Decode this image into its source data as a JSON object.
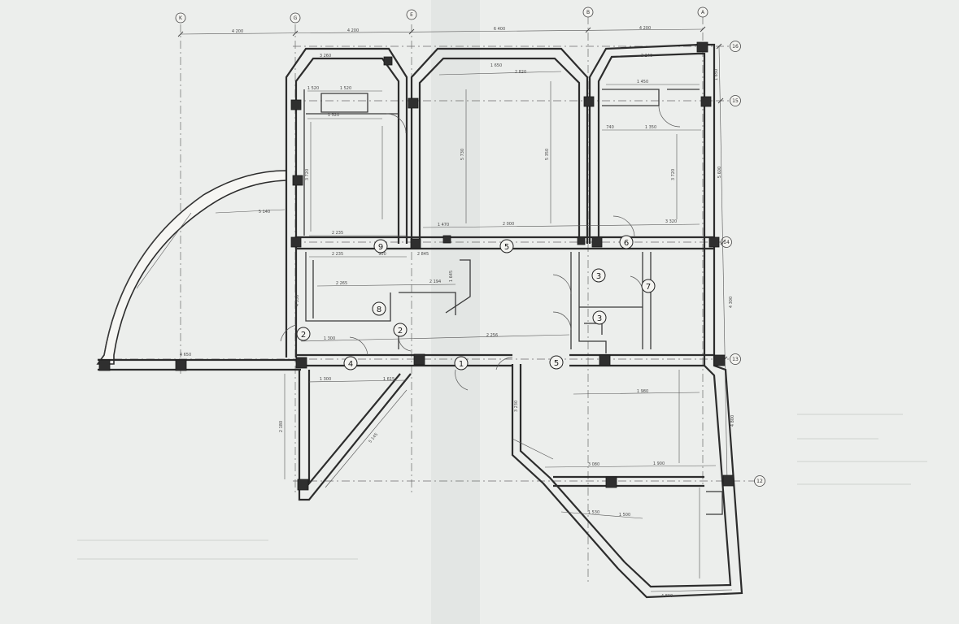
{
  "axes": {
    "letters": [
      "K",
      "G",
      "E",
      "B",
      "A"
    ],
    "numbers": [
      "16",
      "15",
      "14",
      "13",
      "12"
    ]
  },
  "top_dimensions": [
    "4 200",
    "4 200",
    "6 400",
    "4 200"
  ],
  "right_dimensions": [
    "1 650",
    "5 600",
    "4 300",
    "4 800"
  ],
  "room_numbers": [
    "9",
    "5",
    "6",
    "3",
    "7",
    "3",
    "8",
    "2",
    "2",
    "4",
    "1",
    "5"
  ],
  "dimensions": [
    "3 260",
    "1 520",
    "1 520",
    "1 520",
    "1 650",
    "3 240",
    "1 450",
    "2 820",
    "740",
    "1 350",
    "5 730",
    "5 350",
    "3 720",
    "3 720",
    "1 470",
    "2 000",
    "3 320",
    "2 235",
    "2 235",
    "900",
    "2 845",
    "2 265",
    "4 350",
    "2 194",
    "1 645",
    "2 256",
    "4 650",
    "1 300",
    "1 615",
    "1 300",
    "2 180",
    "1 980",
    "3 080",
    "1 900",
    "5 145",
    "1 530",
    "1 500",
    "5 140",
    "3 230",
    "4 800"
  ]
}
